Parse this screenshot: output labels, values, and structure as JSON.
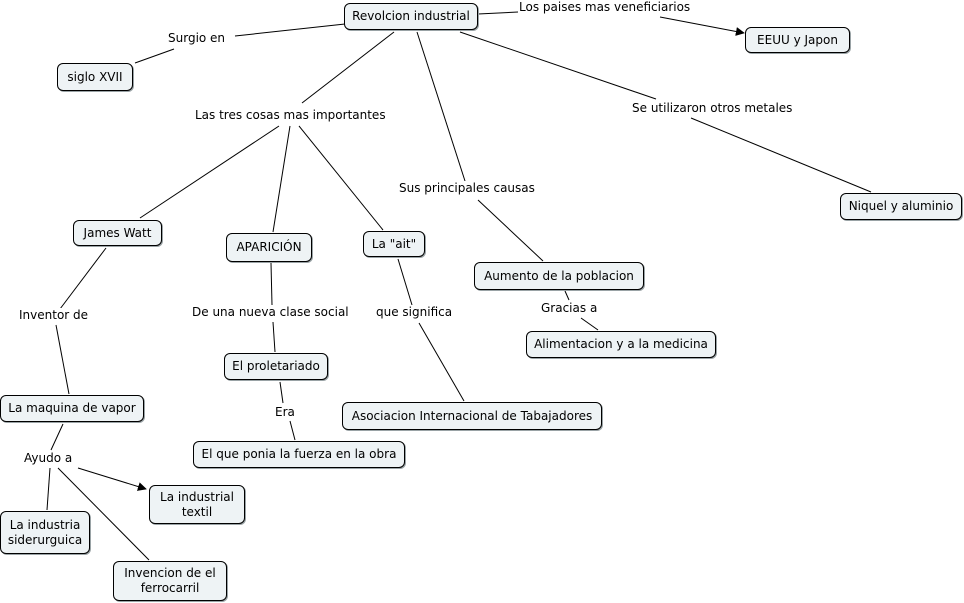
{
  "map_title": "Revolcion industrial",
  "concepts": {
    "root": "Revolcion industrial",
    "eeuu": "EEUU y Japon",
    "siglo": "siglo XVII",
    "niquel": "Niquel y aluminio",
    "watt": "James Watt",
    "aparicion": "APARICIÓN",
    "ait": "La \"ait\"",
    "aumento": "Aumento de la poblacion",
    "alimentacion": "Alimentacion y a la medicina",
    "proletariado": "El proletariado",
    "asociacion": "Asociacion Internacional de Tabajadores",
    "fuerza": "El que ponia la fuerza en la obra",
    "maquina": "La maquina de vapor",
    "textil_1": "La industrial",
    "textil_2": "textil",
    "siderurgica_1": "La industria",
    "siderurgica_2": "siderurguica",
    "ferrocarril_1": "Invencion de el",
    "ferrocarril_2": "ferrocarril"
  },
  "linking_phrases": {
    "paises": "Los paises mas veneficiarios",
    "surgio": "Surgio en",
    "tres": "Las tres cosas mas importantes",
    "metales": "Se utilizaron otros metales",
    "causas": "Sus principales causas",
    "inventor": "Inventor de",
    "clase": "De una nueva clase social",
    "significa": "que significa",
    "gracias": "Gracias a",
    "era": "Era",
    "ayudo": "Ayudo a"
  },
  "colors": {
    "node_fill": "#eef3f5",
    "node_border": "#000000",
    "line": "#000000",
    "background": "#ffffff"
  }
}
